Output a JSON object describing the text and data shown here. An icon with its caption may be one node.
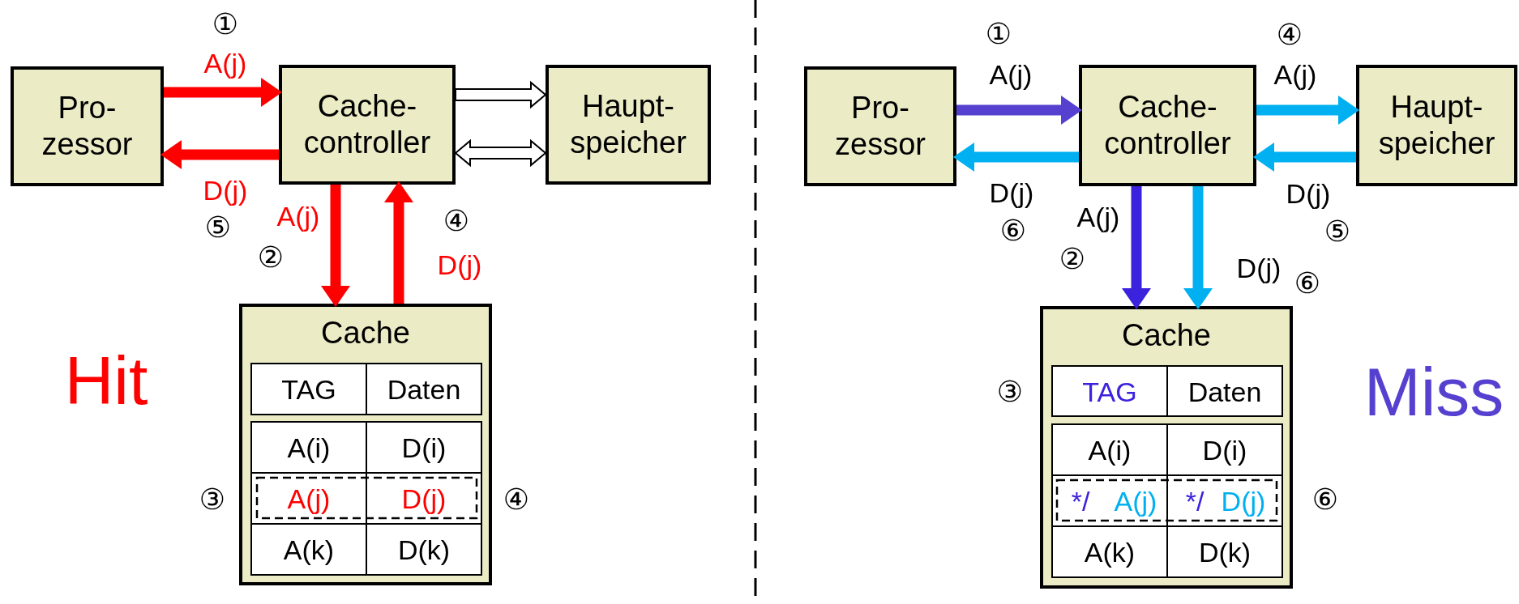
{
  "diagram": {
    "nodes": [
      {
        "text": [
          "Pro- zessor"
        ]
      },
      {
        "text": [
          "Cache- controller"
        ]
      },
      {
        "text": [
          "Haupt- speicher"
        ]
      },
      {
        "text": [
          "Cache"
        ]
      },
      {
        "text": [
          "Pro- zessor"
        ]
      },
      {
        "text": [
          "Cache- controller"
        ]
      },
      {
        "text": [
          "Haupt- speicher"
        ]
      },
      {
        "text": [
          "Cache"
        ]
      }
    ],
    "edges": [
      {
        "from": 0,
        "to": 1,
        "arrow": "to",
        "label": "A(j)",
        "color": "#ff0000"
      },
      {
        "from": 1,
        "to": 0,
        "arrow": "to",
        "label": "D(j)",
        "color": "#ff0000"
      },
      {
        "from": 1,
        "to": 2,
        "arrow": "to"
      },
      {
        "from": 1,
        "to": 2,
        "arrow": "both"
      },
      {
        "from": 1,
        "to": 3,
        "arrow": "to",
        "label": "A(j)",
        "color": "#ff0000"
      },
      {
        "from": 3,
        "to": 1,
        "arrow": "to",
        "label": "D(j)",
        "color": "#ff0000"
      },
      {
        "from": 4,
        "to": 5,
        "arrow": "to",
        "label": "A(j)",
        "color": "#5540d0"
      },
      {
        "from": 5,
        "to": 4,
        "arrow": "to",
        "label": "D(j)",
        "color": "#00b0f0"
      },
      {
        "from": 5,
        "to": 6,
        "arrow": "to",
        "label": "A(j)",
        "color": "#00b0f0"
      },
      {
        "from": 6,
        "to": 5,
        "arrow": "to",
        "label": "D(j)",
        "color": "#00b0f0"
      },
      {
        "from": 5,
        "to": 7,
        "arrow": "to",
        "label": "A(j)",
        "color": "#3b22dd"
      },
      {
        "from": 5,
        "to": 7,
        "arrow": "to",
        "label": "D(j)",
        "color": "#00b0f0"
      }
    ],
    "labels": [
      "①",
      "⑤",
      "②",
      "④",
      "TAG",
      "Daten",
      "A(i)",
      "D(i)",
      "A(j)",
      "D(j)",
      "A(k)",
      "D(k)",
      "③",
      "④",
      "Hit",
      "①",
      "④",
      "⑥",
      "②",
      "⑤",
      "⑥",
      "③",
      "TAG",
      "Daten",
      "A(i)",
      "D(i)",
      "*/",
      "A(j)",
      "*/",
      "D(j)",
      "A(k)",
      "D(k)",
      "⑥",
      "Miss"
    ]
  }
}
